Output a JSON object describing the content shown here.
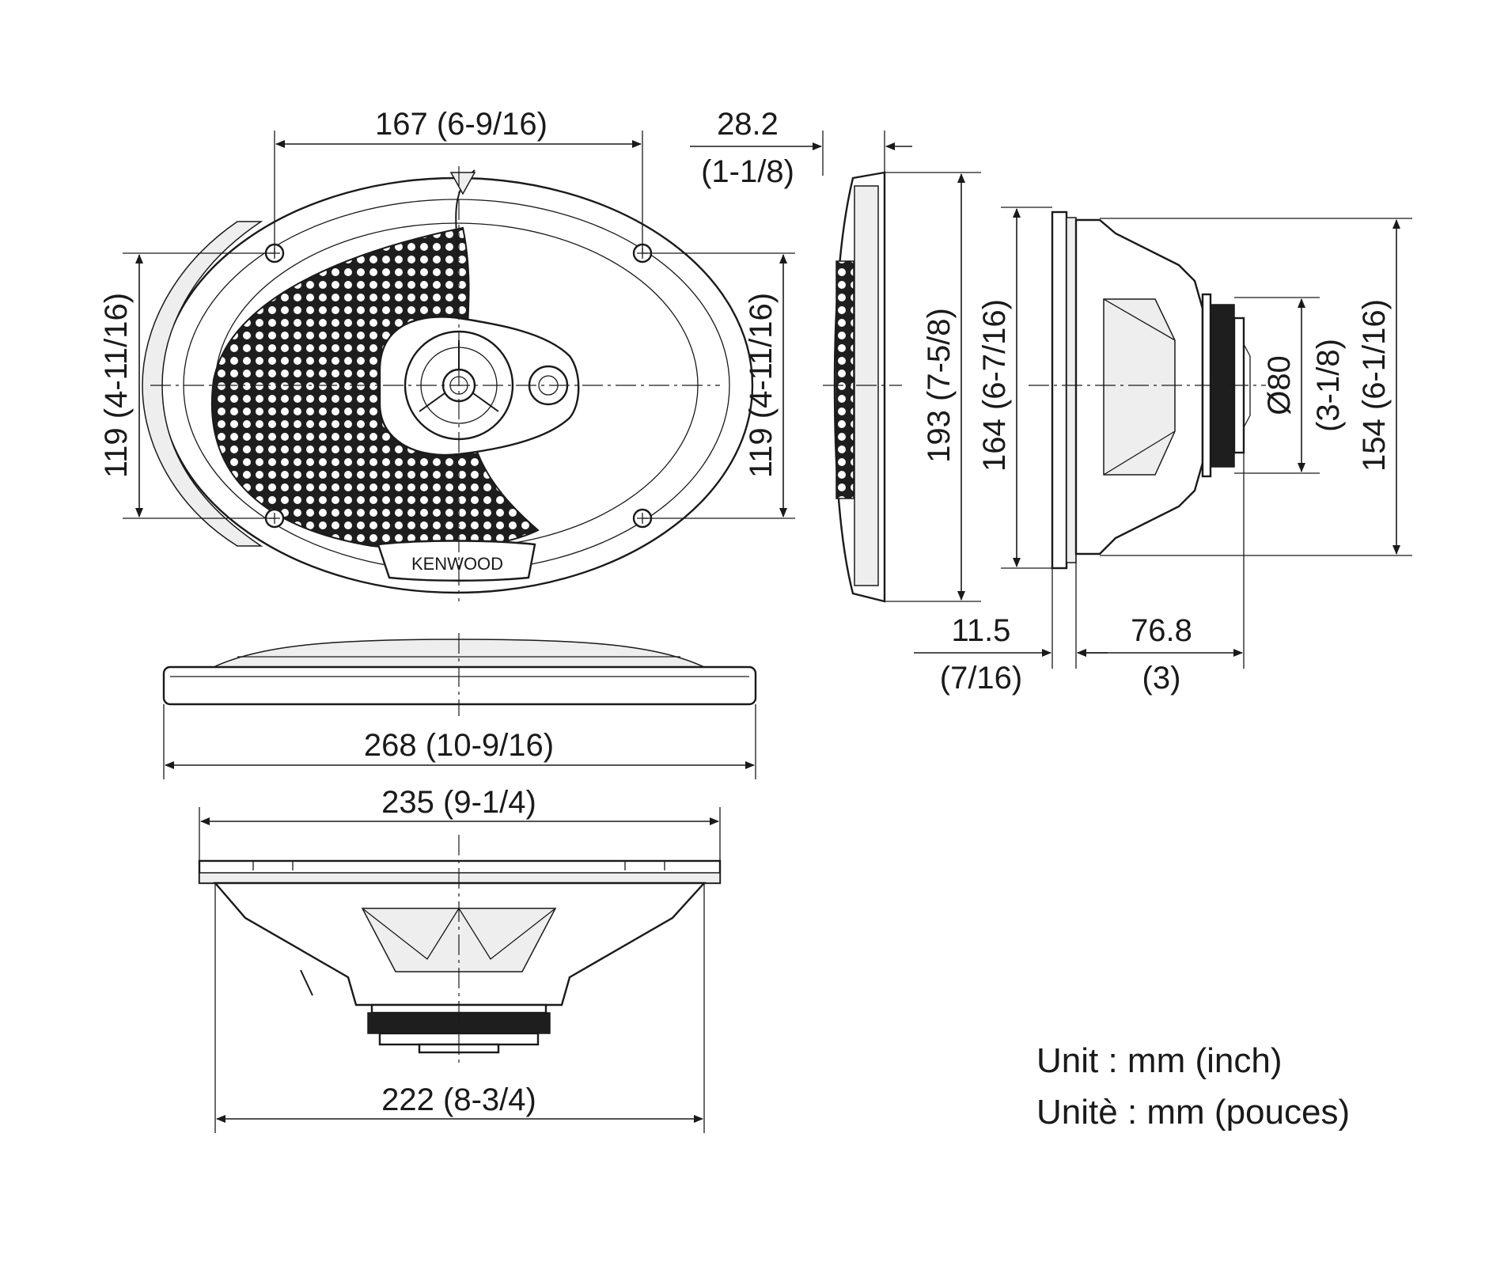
{
  "brand": "KENWOOD",
  "dimensions": {
    "hole_spacing_width": "167 (6-9/16)",
    "hole_spacing_height_left": "119 (4-11/16)",
    "hole_spacing_height_right": "119 (4-11/16)",
    "grille_depth_mm": "28.2",
    "grille_depth_in": "(1-1/8)",
    "overall_height": "193 (7-5/8)",
    "mounting_height": "164 (6-7/16)",
    "magnet_diameter_mm": "Ø80",
    "magnet_diameter_in": "(3-1/8)",
    "cutout_height": "154 (6-1/16)",
    "flange_thickness_mm": "11.5",
    "flange_thickness_in": "(7/16)",
    "mounting_depth_mm": "76.8",
    "mounting_depth_in": "(3)",
    "overall_width": "268 (10-9/16)",
    "mounting_width": "235 (9-1/4)",
    "cutout_width": "222 (8-3/4)"
  },
  "unit_note": {
    "english": "Unit : mm (inch)",
    "french": "Unitè : mm (pouces)"
  }
}
